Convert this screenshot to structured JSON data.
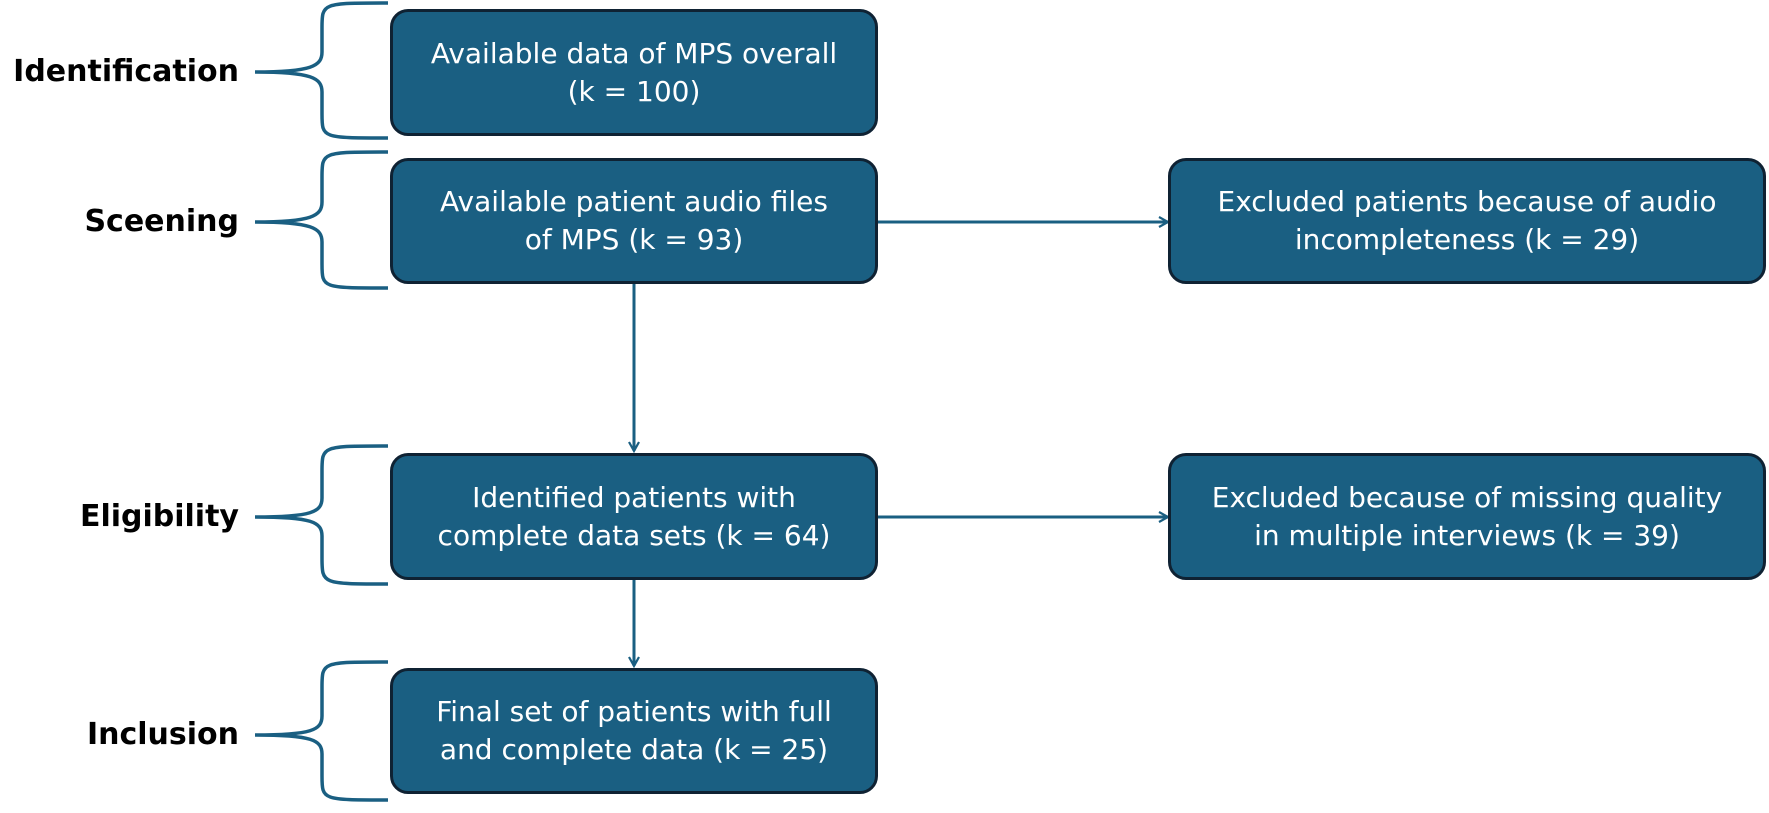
{
  "colors": {
    "box_fill": "#1a5f82",
    "box_border": "#0f2233",
    "connector": "#1a5f82",
    "text_on_box": "#ffffff",
    "stage_text": "#000000"
  },
  "stages": {
    "identification": "Identification",
    "screening": "Sceening",
    "eligibility": "Eligibility",
    "inclusion": "Inclusion"
  },
  "boxes": {
    "available_data": {
      "line1": "Available data of MPS overall",
      "line2": "(k = 100)"
    },
    "audio_files": {
      "line1": "Available patient audio files",
      "line2": "of MPS (k = 93)"
    },
    "excluded_audio": {
      "line1": "Excluded patients because of audio",
      "line2": "incompleteness (k = 29)"
    },
    "complete_sets": {
      "line1": "Identified patients with",
      "line2": "complete data sets (k = 64)"
    },
    "excluded_quality": {
      "line1": "Excluded because of missing quality",
      "line2": "in multiple interviews (k = 39)"
    },
    "final_set": {
      "line1": "Final set of patients with full",
      "line2": "and complete data (k = 25)"
    }
  }
}
